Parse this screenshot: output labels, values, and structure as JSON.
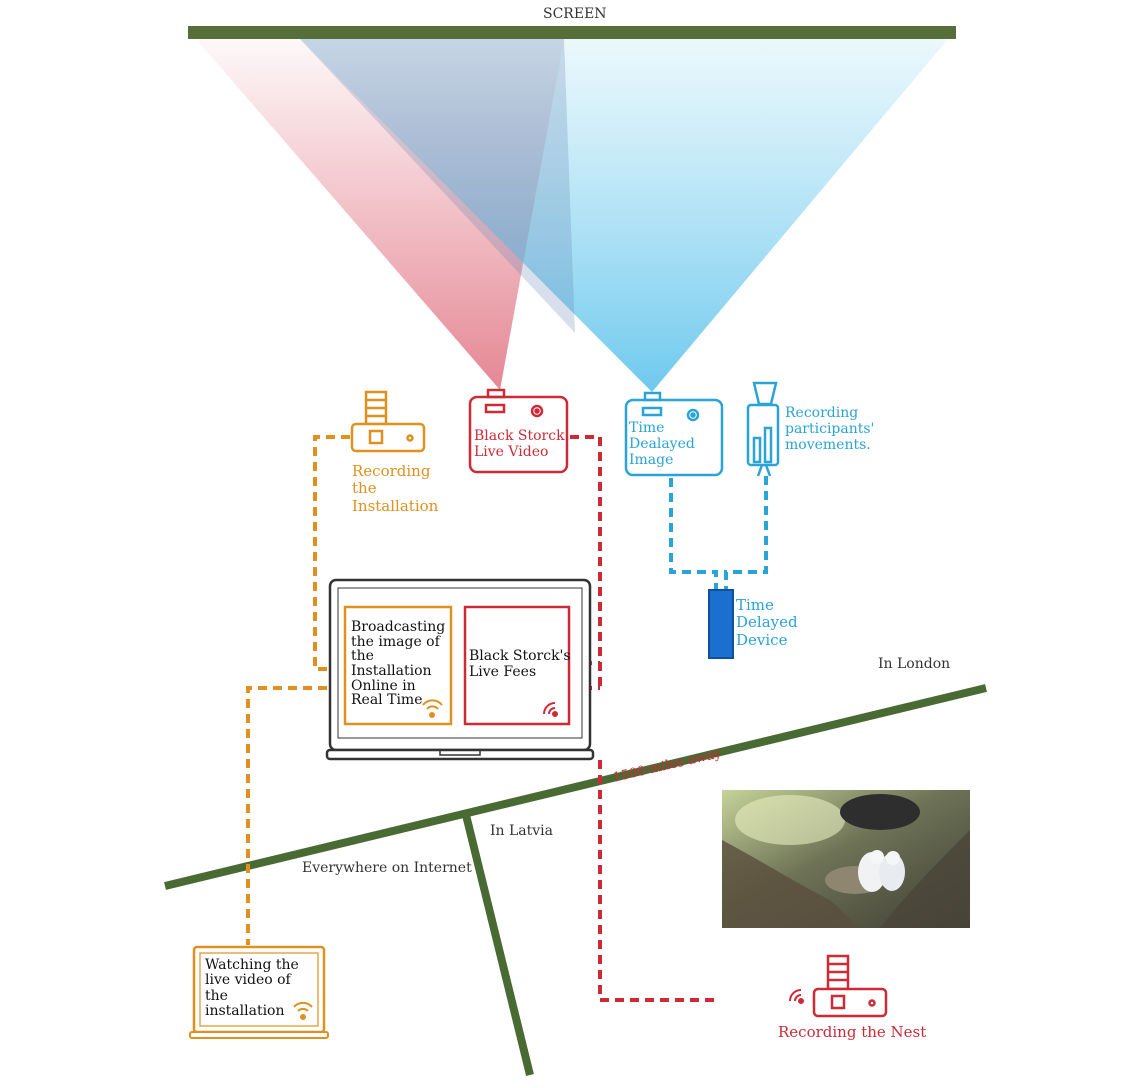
{
  "screen": {
    "label": "SCREEN"
  },
  "labels": {
    "recording_installation": "Recording\nthe\nInstallation",
    "black_storck_live_video": "Black Storck\nLive Video",
    "time_delayed_image": "Time\nDealayed\nImage",
    "recording_participants": "Recording\nparticipants'\nmovements.",
    "time_delayed_device": "Time\nDelayed\nDevice",
    "broadcasting": "Broadcasting\nthe image of\nthe\nInstallation\nOnline in\nReal Time",
    "live_feed": "Black Storck's\nLive Fees",
    "in_london": "In London",
    "miles_away": "1500 miles away",
    "in_latvia": "In Latvia",
    "everywhere": "Everywhere on Internet",
    "watching": "Watching the\nlive video of\nthe\ninstallation",
    "recording_nest": "Recording the Nest"
  },
  "colors": {
    "screen_bar": "#566e38",
    "divider_line": "#4a6a34",
    "orange": "#e0901e",
    "red": "#cc2a36",
    "blue": "#2aa3d6",
    "device_blue": "#1a6fd0",
    "beam_red": "#e27a88",
    "beam_blue": "#7ccfee"
  },
  "icons": [
    "projector-icon",
    "camera-icon",
    "wifi-icon",
    "laptop-icon",
    "device-icon",
    "stork-nest-photo"
  ]
}
